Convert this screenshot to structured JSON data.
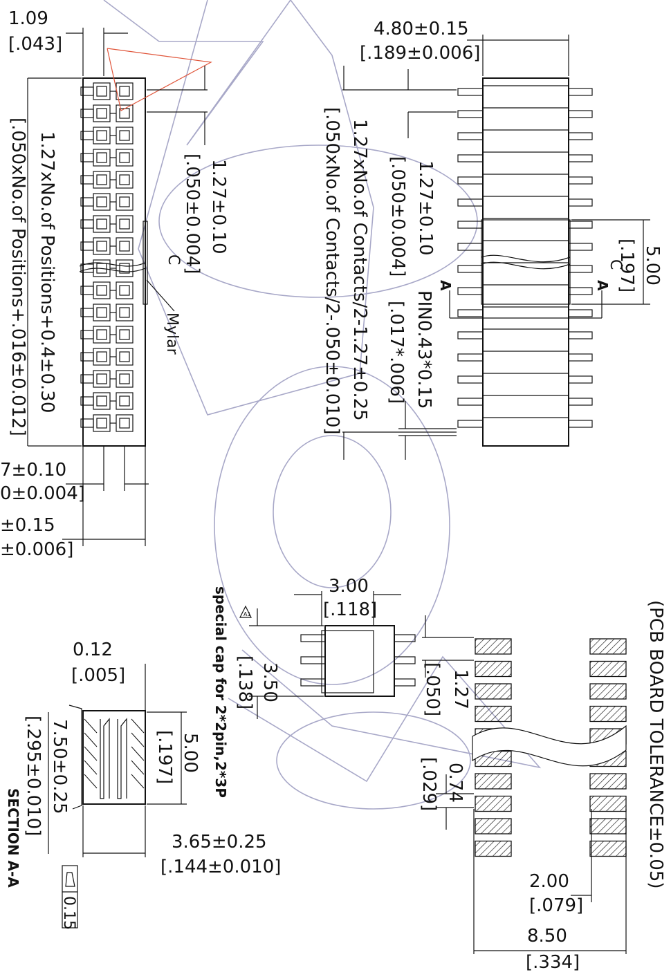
{
  "labels": {
    "tl_dim": "1.09",
    "tl_dim_in": "[.043]",
    "left_dim_a": "1.27xNo.of Positions+0.4±0.30",
    "left_dim_b": "[.050xNo.of Positions+.016±0.012]",
    "pitch": "1.27±0.10",
    "pitch_in": "[.050±0.004]",
    "bl_1": "7±0.10",
    "bl_1b": "0±0.004]",
    "bl_2": "±0.15",
    "bl_2b": "±0.006]",
    "cl": "C",
    "mylar": "Mylar",
    "contacts_a": "1.27xNo.of Contacts/2-1.27±0.25",
    "contacts_b": "[.050xNo.of Contacts/2-.050±0.010]",
    "pitch2": "1.27±0.10",
    "pitch2_in": "[.050±0.004]",
    "pin": "PIN0.43*0.15",
    "pin_in": "[.017*.006]",
    "top_w": "4.80±0.15",
    "top_w_in": "[.189±0.006]",
    "r_h": "5.00",
    "r_h_in": "[.197]",
    "sec_a": "A",
    "cap_w": "3.00",
    "cap_w_in": "[.118]",
    "cap_h": "3.50",
    "cap_h_in": "[.138]",
    "cap_note": "special cap for 2*2pin,2*3P",
    "cap_tri": "A1",
    "s_012": "0.12",
    "s_012_in": "[.005]",
    "s_750": "7.50±0.25",
    "s_750_in": "[.295±0.010]",
    "s_500": "5.00",
    "s_500_in": "[.197]",
    "s_365": "3.65±0.25",
    "s_365_in": "[.144±0.010]",
    "flat": "0.15",
    "section": "SECTION A-A",
    "pcb_note": "(PCB BOARD TOLERANCE±0.05)",
    "pcb_127": "1.27",
    "pcb_127_in": "[.050]",
    "pcb_074": "0.74",
    "pcb_074_in": "[.029]",
    "pcb_200": "2.00",
    "pcb_200_in": "[.079]",
    "pcb_850": "8.50",
    "pcb_850_in": "[.334]"
  },
  "colors": {
    "line": "#111111",
    "watermark": "#a8a8c8",
    "accent": "#e0553a"
  }
}
